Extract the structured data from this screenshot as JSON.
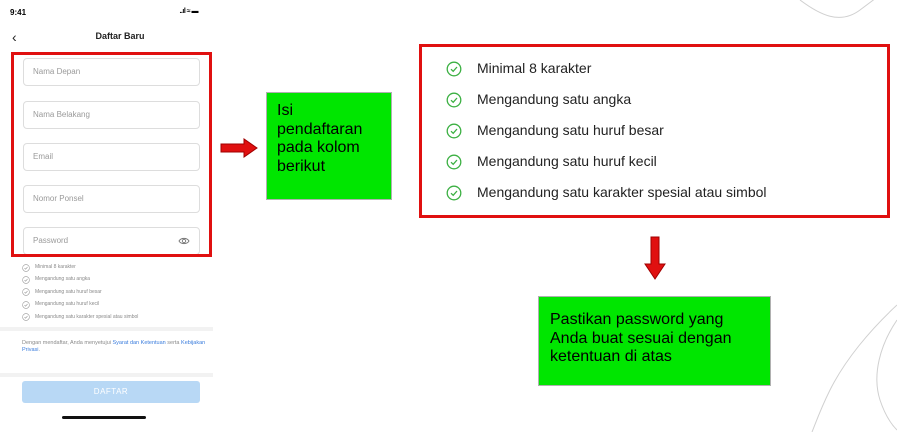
{
  "status_bar": {
    "time": "9:41",
    "indicators": "..ıl ≈ ▬"
  },
  "header": {
    "back_icon": "chevron-left",
    "title": "Daftar Baru"
  },
  "form": {
    "first_name_placeholder": "Nama Depan",
    "last_name_placeholder": "Nama Belakang",
    "email_placeholder": "Email",
    "phone_placeholder": "Nomor Ponsel",
    "password_placeholder": "Password",
    "password_icon": "eye-icon"
  },
  "rules": [
    "Minimal 8 karakter",
    "Mengandung satu angka",
    "Mengandung satu huruf besar",
    "Mengandung satu huruf kecil",
    "Mengandung satu karakter spesial atau simbol"
  ],
  "rule_icon_color": "#3cb043",
  "terms": {
    "prefix": "Dengan mendaftar, Anda menyetujui ",
    "link1": "Syarat dan Ketentuan",
    "middle": " serta ",
    "link2": "Kebijakan Privasi",
    "suffix": "."
  },
  "submit_label": "DAFTAR",
  "annotations": {
    "form_note": "Isi pendaftaran pada kolom berikut",
    "password_note": "Pastikan password yang Anda buat sesuai dengan ketentuan di atas",
    "highlight_color": "#e01010",
    "note_color": "#00e600"
  }
}
